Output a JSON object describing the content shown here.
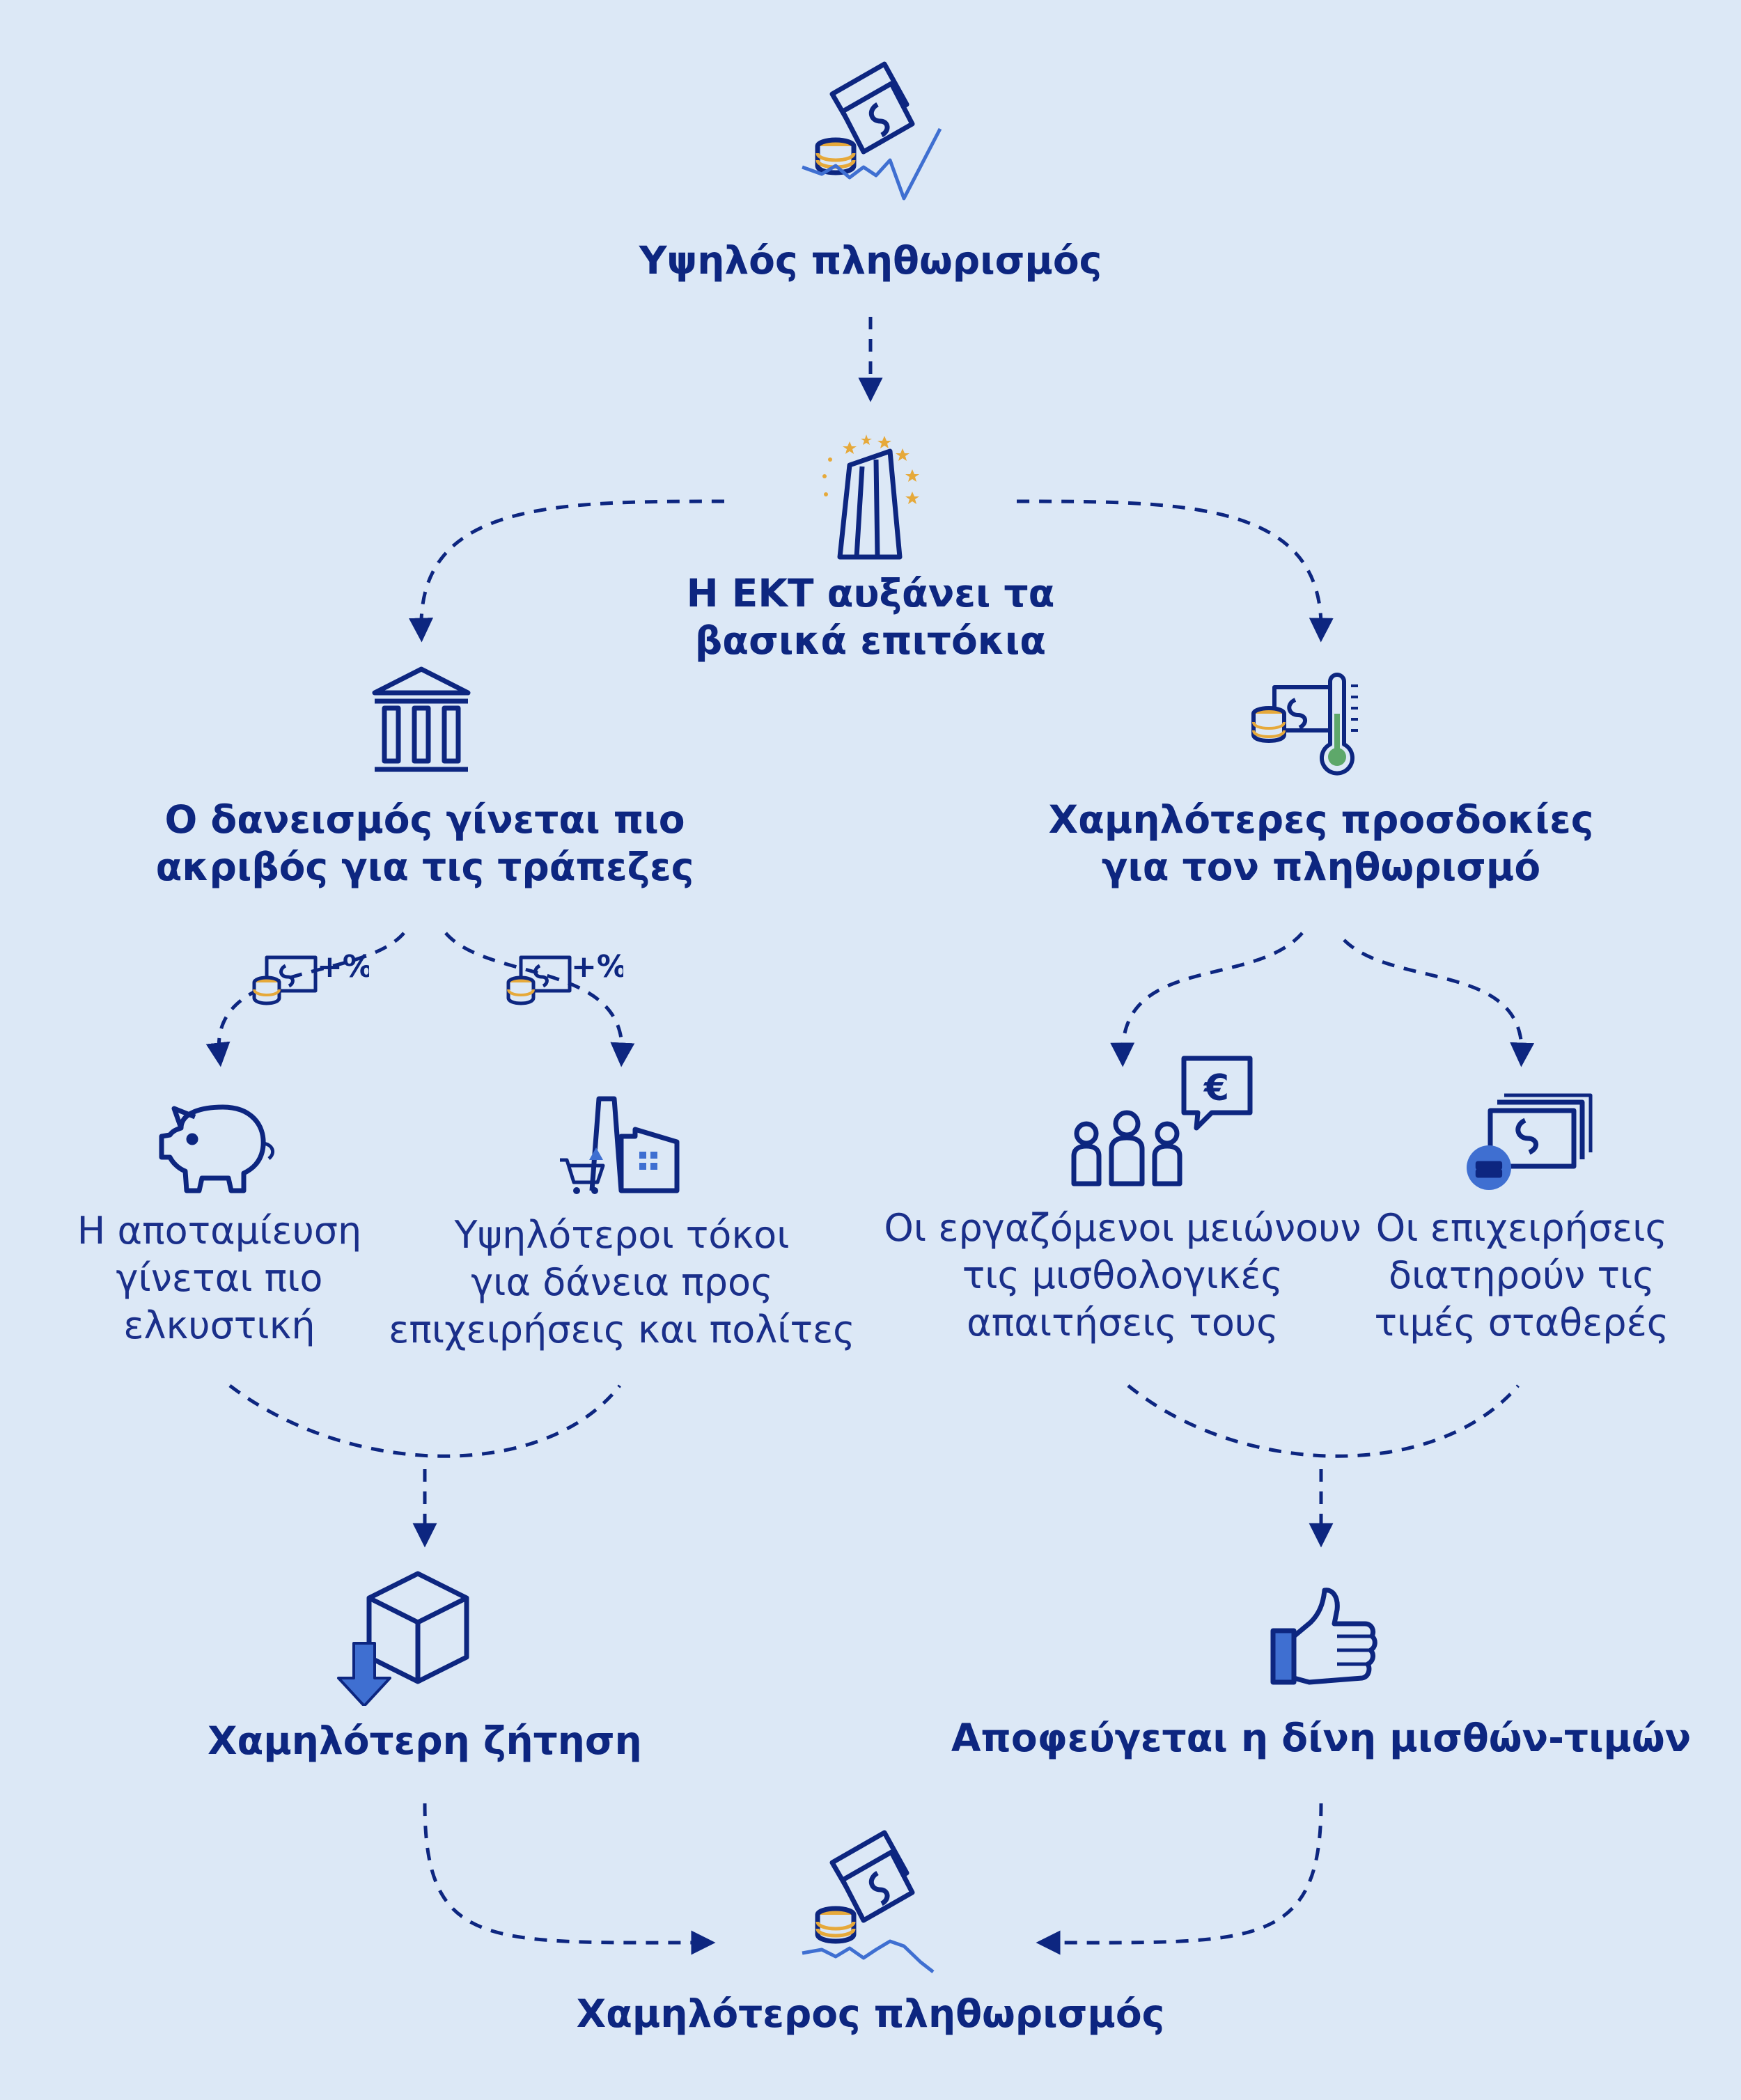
{
  "colors": {
    "background": "#dce8f6",
    "primary": "#0d2680",
    "accent_blue": "#3f6fd1",
    "gold": "#e6a93a",
    "green": "#5ea86a"
  },
  "nodes": {
    "high_inflation": {
      "label": "Υψηλός πληθωρισμός",
      "icon": "banknotes-coins-rising-chart-icon"
    },
    "ecb_raises": {
      "label": "Η ΕΚΤ αυξάνει τα\nβασικά επιτόκια",
      "icon": "ecb-tower-stars-icon"
    },
    "bank_borrowing": {
      "label": "Ο δανεισμός γίνεται πιο\nακριβός για τις τράπεζες",
      "icon": "bank-building-icon"
    },
    "lower_expectations": {
      "label": "Χαμηλότερες προσδοκίες\nγια τον πληθωρισμό",
      "icon": "money-thermometer-icon"
    },
    "saving": {
      "label": "Η αποταμίευση\nγίνεται πιο\nελκυστική",
      "icon": "piggy-bank-icon"
    },
    "higher_rates": {
      "label": "Υψηλότεροι τόκοι\nγια δάνεια προς\nεπιχειρήσεις και πολίτες",
      "icon": "factory-cart-icon"
    },
    "workers": {
      "label": "Οι εργαζόμενοι μειώνουν\nτις μισθολογικές\nαπαιτήσεις τους",
      "icon": "workers-euro-speech-icon"
    },
    "firms": {
      "label": "Οι επιχειρήσεις\nδιατηρούν τις\nτιμές σταθερές",
      "icon": "banknotes-equals-icon"
    },
    "lower_demand": {
      "label": "Χαμηλότερη ζήτηση",
      "icon": "box-down-arrow-icon"
    },
    "spiral_avoided": {
      "label": "Αποφεύγεται η δίνη μισθών-τιμών",
      "icon": "thumbs-up-icon"
    },
    "lower_inflation": {
      "label": "Χαμηλότερος πληθωρισμός",
      "icon": "banknotes-coins-falling-chart-icon"
    }
  },
  "edge_badges": {
    "rate_increase_text": "+%",
    "icon": "money-coins-plus-percent-icon"
  },
  "speech_symbol": "€",
  "equals_symbol": "="
}
